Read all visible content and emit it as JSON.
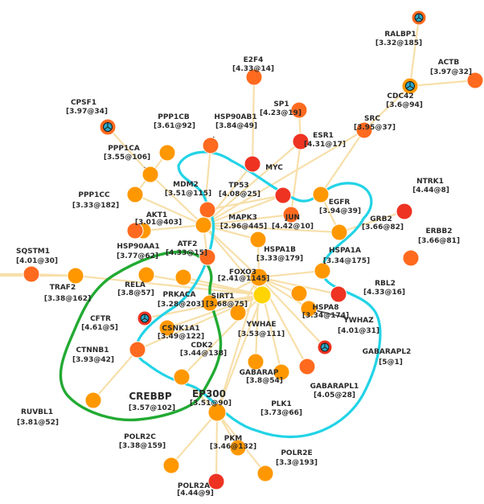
{
  "palette": {
    "edge": "#f7dfaa",
    "hub_yellow": "#ffd400",
    "orange": "#ff9800",
    "orange_red": "#ff6a1f",
    "red": "#ee3322",
    "cyan_outline": "#22d3e6",
    "green_outline": "#22aa33",
    "pointer_line": "#4a4a4a",
    "ring_icon": "#2aa8c8"
  },
  "nodes": [
    {
      "id": "RALBP1",
      "name": "RALBP1",
      "label": "[3.32@185]"
    },
    {
      "id": "ACTB",
      "name": "ACTB",
      "label": "[3.97@32]"
    },
    {
      "id": "CDC42",
      "name": "CDC42",
      "label": "[3.6@94]"
    },
    {
      "id": "E2F4",
      "name": "E2F4",
      "label": "[4.33@14]"
    },
    {
      "id": "SP1",
      "name": "SP1",
      "label": "[4.23@19]"
    },
    {
      "id": "SRC",
      "name": "SRC",
      "label": "[3.95@37]"
    },
    {
      "id": "CPSF1",
      "name": "CPSF1",
      "label": "[3.97@34]"
    },
    {
      "id": "PPP1CB",
      "name": "PPP1CB",
      "label": "[3.61@92]"
    },
    {
      "id": "HSP90AB1",
      "name": "HSP90AB1",
      "label": "[3.84@49]"
    },
    {
      "id": "ESR1",
      "name": "ESR1",
      "label": "[4.31@17]"
    },
    {
      "id": "MYC",
      "name": "MYC",
      "label": ""
    },
    {
      "id": "PPP1CA",
      "name": "PPP1CA",
      "label": "[3.55@106]"
    },
    {
      "id": "NTRK1",
      "name": "NTRK1",
      "label": "[4.44@8]"
    },
    {
      "id": "MDM2",
      "name": "MDM2",
      "label": "[3.51@115]"
    },
    {
      "id": "TP53",
      "name": "TP53",
      "label": "[4.08@25]"
    },
    {
      "id": "PPP1CC",
      "name": "PPP1CC",
      "label": "[3.33@182]"
    },
    {
      "id": "EGFR",
      "name": "EGFR",
      "label": "[3.94@39]"
    },
    {
      "id": "AKT1",
      "name": "AKT1",
      "label": "[3.01@403]"
    },
    {
      "id": "MAPK3",
      "name": "MAPK3",
      "label": "[2.96@445]"
    },
    {
      "id": "JUN",
      "name": "JUN",
      "label": "[4.42@10]"
    },
    {
      "id": "GRB2",
      "name": "GRB2",
      "label": "[3.66@82]"
    },
    {
      "id": "ERBB2",
      "name": "ERBB2",
      "label": "[3.66@81]"
    },
    {
      "id": "HSP90AA1",
      "name": "HSP90AA1",
      "label": "[3.77@62]"
    },
    {
      "id": "ATF2",
      "name": "ATF2",
      "label": "[4.33@15]"
    },
    {
      "id": "HSPA1B",
      "name": "HSPA1B",
      "label": "[3.33@179]"
    },
    {
      "id": "HSPA1A",
      "name": "HSPA1A",
      "label": "[3.34@175]"
    },
    {
      "id": "SQSTM1",
      "name": "SQSTM1",
      "label": "[4.01@30]"
    },
    {
      "id": "FOXO3",
      "name": "FOXO3",
      "label": "[2.41@1145]"
    },
    {
      "id": "RBL2",
      "name": "RBL2",
      "label": "[4.33@16]"
    },
    {
      "id": "RELA",
      "name": "RELA",
      "label": "[3.8@57]"
    },
    {
      "id": "PRKACA",
      "name": "PRKACA",
      "label": "[3.28@203]"
    },
    {
      "id": "TRAF2",
      "name": "TRAF2",
      "label": "[3.38@162]"
    },
    {
      "id": "SIRT1",
      "name": "SIRT1",
      "label": "[3.68@75]"
    },
    {
      "id": "HSPA8",
      "name": "HSPA8",
      "label": "[3.34@174]"
    },
    {
      "id": "CFTR",
      "name": "CFTR",
      "label": "[4.61@5]"
    },
    {
      "id": "YWHAZ",
      "name": "YWHAZ",
      "label": "[4.01@31]"
    },
    {
      "id": "CSNK1A1",
      "name": "CSNK1A1",
      "label": "[3.49@122]"
    },
    {
      "id": "YWHAE",
      "name": "YWHAE",
      "label": "[3.53@111]"
    },
    {
      "id": "CDK2",
      "name": "CDK2",
      "label": "[3.44@138]"
    },
    {
      "id": "CTNNB1",
      "name": "CTNNB1",
      "label": "[3.93@42]"
    },
    {
      "id": "GABARAPL2",
      "name": "GABARAPL2",
      "label": "[5@1]"
    },
    {
      "id": "GABARAP",
      "name": "GABARAP",
      "label": "[3.8@54]"
    },
    {
      "id": "GABARAPL1",
      "name": "GABARAPL1",
      "label": "[4.05@28]"
    },
    {
      "id": "CREBBP",
      "name": "CREBBP",
      "label": "[3.57@102]"
    },
    {
      "id": "EP300",
      "name": "EP300",
      "label": "[3.51@90]"
    },
    {
      "id": "PLK1",
      "name": "PLK1",
      "label": "[3.73@66]"
    },
    {
      "id": "RUVBL1",
      "name": "RUVBL1",
      "label": "[3.81@52]"
    },
    {
      "id": "POLR2C",
      "name": "POLR2C",
      "label": "[3.38@159]"
    },
    {
      "id": "PKM",
      "name": "PKM",
      "label": "[3.46@132]"
    },
    {
      "id": "POLR2E",
      "name": "POLR2E",
      "label": "[3.3@193]"
    },
    {
      "id": "POLR2A",
      "name": "POLR2A",
      "label": "[4.44@9]"
    }
  ],
  "edges": [
    [
      "RALBP1",
      "CDC42"
    ],
    [
      "ACTB",
      "CDC42"
    ],
    [
      "CDC42",
      "SRC"
    ],
    [
      "SRC",
      "EGFR"
    ],
    [
      "SRC",
      "MAPK3"
    ],
    [
      "E2F4",
      "MYC"
    ],
    [
      "SP1",
      "ESR1"
    ],
    [
      "ESR1",
      "JUN"
    ],
    [
      "ESR1",
      "MAPK3"
    ],
    [
      "MYC",
      "MAPK3"
    ],
    [
      "HSP90AB1",
      "MAPK3"
    ],
    [
      "CPSF1",
      "PPP1CA"
    ],
    [
      "PPP1CB",
      "PPP1CA"
    ],
    [
      "PPP1CA",
      "PPP1CC"
    ],
    [
      "PPP1CA",
      "MAPK3"
    ],
    [
      "PPP1CC",
      "MAPK3"
    ],
    [
      "MDM2",
      "TP53"
    ],
    [
      "TP53",
      "MAPK3"
    ],
    [
      "JUN",
      "MAPK3"
    ],
    [
      "EGFR",
      "GRB2"
    ],
    [
      "GRB2",
      "MAPK3"
    ],
    [
      "NTRK1",
      "GRB2"
    ],
    [
      "AKT1",
      "MAPK3"
    ],
    [
      "HSP90AA1",
      "AKT1"
    ],
    [
      "ATF2",
      "MAPK3"
    ],
    [
      "MAPK3",
      "FOXO3"
    ],
    [
      "MAPK3",
      "SIRT1"
    ],
    [
      "MAPK3",
      "HSPA1B"
    ],
    [
      "HSPA1B",
      "FOXO3"
    ],
    [
      "HSPA1A",
      "FOXO3"
    ],
    [
      "SQSTM1",
      "TRAF2"
    ],
    [
      "TRAF2",
      "SIRT1"
    ],
    [
      "RELA",
      "SIRT1"
    ],
    [
      "PRKACA",
      "SIRT1"
    ],
    [
      "FOXO3",
      "SIRT1"
    ],
    [
      "FOXO3",
      "HSPA8"
    ],
    [
      "FOXO3",
      "RBL2"
    ],
    [
      "FOXO3",
      "YWHAZ"
    ],
    [
      "FOXO3",
      "YWHAE"
    ],
    [
      "FOXO3",
      "GABARAPL2"
    ],
    [
      "FOXO3",
      "GABARAPL1"
    ],
    [
      "FOXO3",
      "GABARAP"
    ],
    [
      "FOXO3",
      "PLK1"
    ],
    [
      "FOXO3",
      "CDK2"
    ],
    [
      "SIRT1",
      "CFTR"
    ],
    [
      "SIRT1",
      "CSNK1A1"
    ],
    [
      "SIRT1",
      "CTNNB1"
    ],
    [
      "SIRT1",
      "CDK2"
    ],
    [
      "SIRT1",
      "EP300"
    ],
    [
      "SIRT1",
      "CREBBP"
    ],
    [
      "CTNNB1",
      "RUVBL1"
    ],
    [
      "EP300",
      "POLR2C"
    ],
    [
      "EP300",
      "PKM"
    ],
    [
      "EP300",
      "POLR2A"
    ],
    [
      "EP300",
      "POLR2E"
    ],
    [
      "EP300",
      "CREBBP"
    ],
    [
      "FOXO3",
      "EP300"
    ]
  ]
}
